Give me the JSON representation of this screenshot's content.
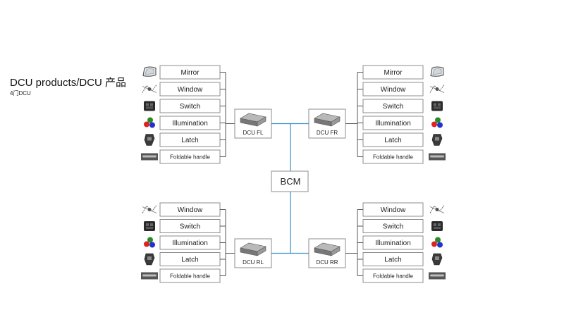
{
  "header": {
    "title": "DCU products/DCU 产品",
    "subtitle": "4门DCU"
  },
  "bcm": {
    "label": "BCM"
  },
  "dcus": [
    {
      "id": "fl",
      "label": "DCU FL",
      "features": [
        "Mirror",
        "Window",
        "Switch",
        "Illumination",
        "Latch",
        "Foldable handle"
      ]
    },
    {
      "id": "fr",
      "label": "DCU FR",
      "features": [
        "Mirror",
        "Window",
        "Switch",
        "Illumination",
        "Latch",
        "Foldable handle"
      ]
    },
    {
      "id": "rl",
      "label": "DCU RL",
      "features": [
        "Window",
        "Switch",
        "Illumination",
        "Latch",
        "Foldable handle"
      ]
    },
    {
      "id": "rr",
      "label": "DCU RR",
      "features": [
        "Window",
        "Switch",
        "Illumination",
        "Latch",
        "Foldable handle"
      ]
    }
  ],
  "icons": {
    "Mirror": "mirror-icon",
    "Window": "window-regulator-icon",
    "Switch": "switch-icon",
    "Illumination": "illumination-icon",
    "Latch": "latch-icon",
    "Foldable handle": "foldable-handle-icon"
  },
  "colors": {
    "bus_line": "#3a8fc8"
  }
}
